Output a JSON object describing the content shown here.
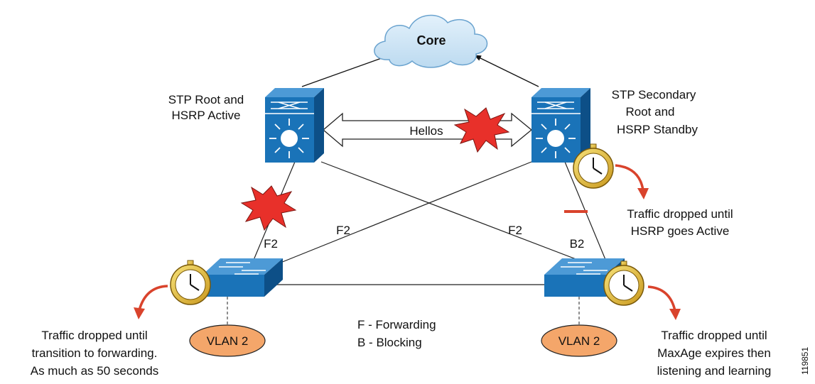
{
  "colors": {
    "switch_blue": "#1a73b8",
    "switch_dark": "#0d4f87",
    "cloud_fill": "#cfe6f6",
    "vlan_fill": "#f4a66a",
    "burst_red": "#e8302a",
    "arrow_red": "#d9432c",
    "clock_gold": "#e8c437"
  },
  "icons": {
    "cloud": "cloud-icon",
    "multilayer_switch": "multilayer-switch-icon",
    "access_switch": "workgroup-switch-icon",
    "failure": "failure-burst-icon",
    "timer": "stopwatch-icon"
  },
  "core": {
    "label": "Core"
  },
  "switches": {
    "left_dist": {
      "label_line1": "STP Root and",
      "label_line2": "HSRP Active"
    },
    "right_dist": {
      "label_line1": "STP Secondary",
      "label_line2": "Root  and",
      "label_line3": "HSRP Standby"
    }
  },
  "links": {
    "hellos": "Hellos",
    "f2_left_uplink": "F2",
    "f2_left_cross": "F2",
    "f2_right_cross": "F2",
    "b2_right_uplink": "B2"
  },
  "vlans": {
    "left": "VLAN 2",
    "right": "VLAN 2"
  },
  "notes": {
    "hsrp_line1": "Traffic dropped until",
    "hsrp_line2": "HSRP goes Active",
    "left_line1": "Traffic dropped until",
    "left_line2": "transition to forwarding.",
    "left_line3": "As much as 50 seconds",
    "right_line1": "Traffic dropped until",
    "right_line2": "MaxAge expires then",
    "right_line3": "listening and learning"
  },
  "legend": {
    "forwarding": "F - Forwarding",
    "blocking": "B - Blocking"
  },
  "figure_id": "119851"
}
